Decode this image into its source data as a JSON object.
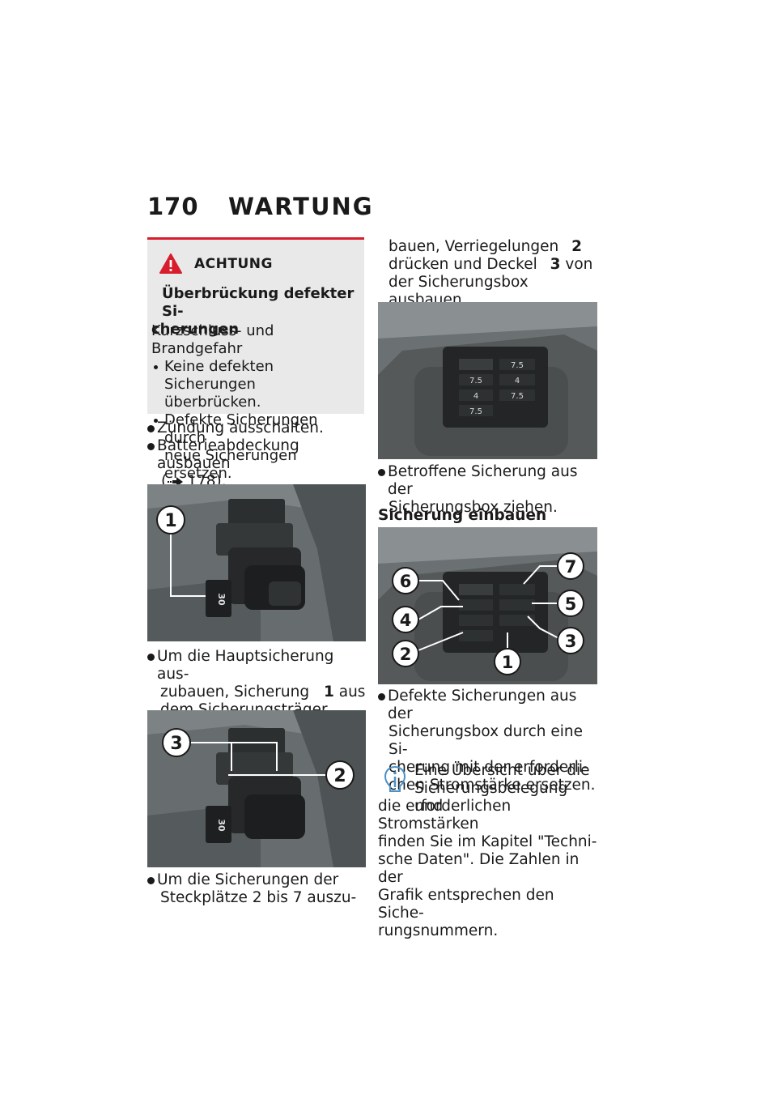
{
  "header": {
    "page_number": "170",
    "section_title": "WARTUNG"
  },
  "warning": {
    "label": "ACHTUNG",
    "title_line1": "Überbrückung defekter Si-",
    "title_line2": "cherungen",
    "hazard": "Kurzschluss- und Brandgefahr",
    "bullets": [
      {
        "l1": "Keine defekten Sicherungen",
        "l2": "überbrücken."
      },
      {
        "l1": "Defekte Sicherungen durch",
        "l2": "neue Sicherungen ersetzen."
      }
    ]
  },
  "left_column": {
    "step_ignition": "Zündung ausschalten.",
    "step_battery_l1": "Batterieabdeckung ausbauen",
    "step_battery_ref": "178).",
    "step_battery_open": "(",
    "step_main_l1": "Um die Hauptsicherung aus-",
    "step_main_l2a": "zubauen, Sicherung",
    "step_main_num": "1",
    "step_main_l2b": "aus",
    "step_main_l3": "dem Sicherungsträger ziehen.",
    "step_slots_l1": "Um die Sicherungen der",
    "step_slots_l2": "Steckplätze 2 bis 7 auszu-",
    "photo1_callouts": [
      "1"
    ],
    "photo1_fuse_label": "30",
    "photo2_callouts": [
      "3",
      "2"
    ],
    "photo2_fuse_label": "30"
  },
  "right_column": {
    "cont_l1a": "bauen, Verriegelungen",
    "cont_num2": "2",
    "cont_l2a": "drücken und Deckel",
    "cont_num3": "3",
    "cont_l2b": "von",
    "cont_l3": "der Sicherungsbox ausbauen.",
    "step_remove_l1": "Betroffene Sicherung aus der",
    "step_remove_l2": "Sicherungsbox ziehen.",
    "subheading": "Sicherung einbauen",
    "step_replace_l1": "Defekte Sicherungen aus der",
    "step_replace_l2": "Sicherungsbox durch eine Si-",
    "step_replace_l3": "cherung mit der erforderli-",
    "step_replace_l4": "chen Stromstärke ersetzen.",
    "info_l1": "Eine Übersicht über die",
    "info_l2": "Sicherungsbelegung und",
    "info_l3": "die erforderlichen Stromstärken",
    "info_l4": "finden Sie im Kapitel \"Techni-",
    "info_l5": "sche Daten\".  Die Zahlen in der",
    "info_l6": "Grafik entsprechen den Siche-",
    "info_l7": "rungsnummern.",
    "fuse_labels": [
      "7.5",
      "7.5",
      "4",
      "4",
      "7.5",
      "7.5"
    ],
    "photo4_callouts": [
      "6",
      "7",
      "5",
      "4",
      "2",
      "1",
      "3"
    ]
  },
  "colors": {
    "warning_rule": "#d81d2c",
    "warning_bg": "#e9e9e9",
    "text": "#1a1a1a"
  }
}
